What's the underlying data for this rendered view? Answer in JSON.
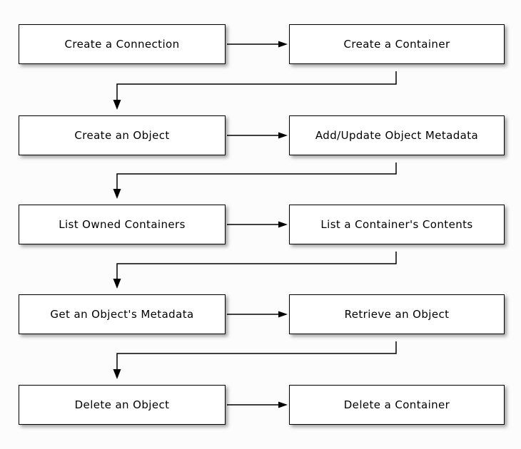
{
  "diagram": {
    "type": "flowchart",
    "description": "Object storage API workflow flowchart, five rows of paired steps linked left-to-right and row-to-row",
    "colors": {
      "background": "#fcfcfc",
      "node_fill": "#ffffff",
      "node_border": "#000000",
      "connector": "#000000",
      "shadow": "rgba(0,0,0,0.38)"
    },
    "rows": [
      {
        "left": "Create a Connection",
        "right": "Create a Container"
      },
      {
        "left": "Create an Object",
        "right": "Add/Update Object Metadata"
      },
      {
        "left": "List Owned Containers",
        "right": "List a Container's Contents"
      },
      {
        "left": "Get an Object's Metadata",
        "right": "Retrieve an Object"
      },
      {
        "left": "Delete an Object",
        "right": "Delete a Container"
      }
    ]
  }
}
